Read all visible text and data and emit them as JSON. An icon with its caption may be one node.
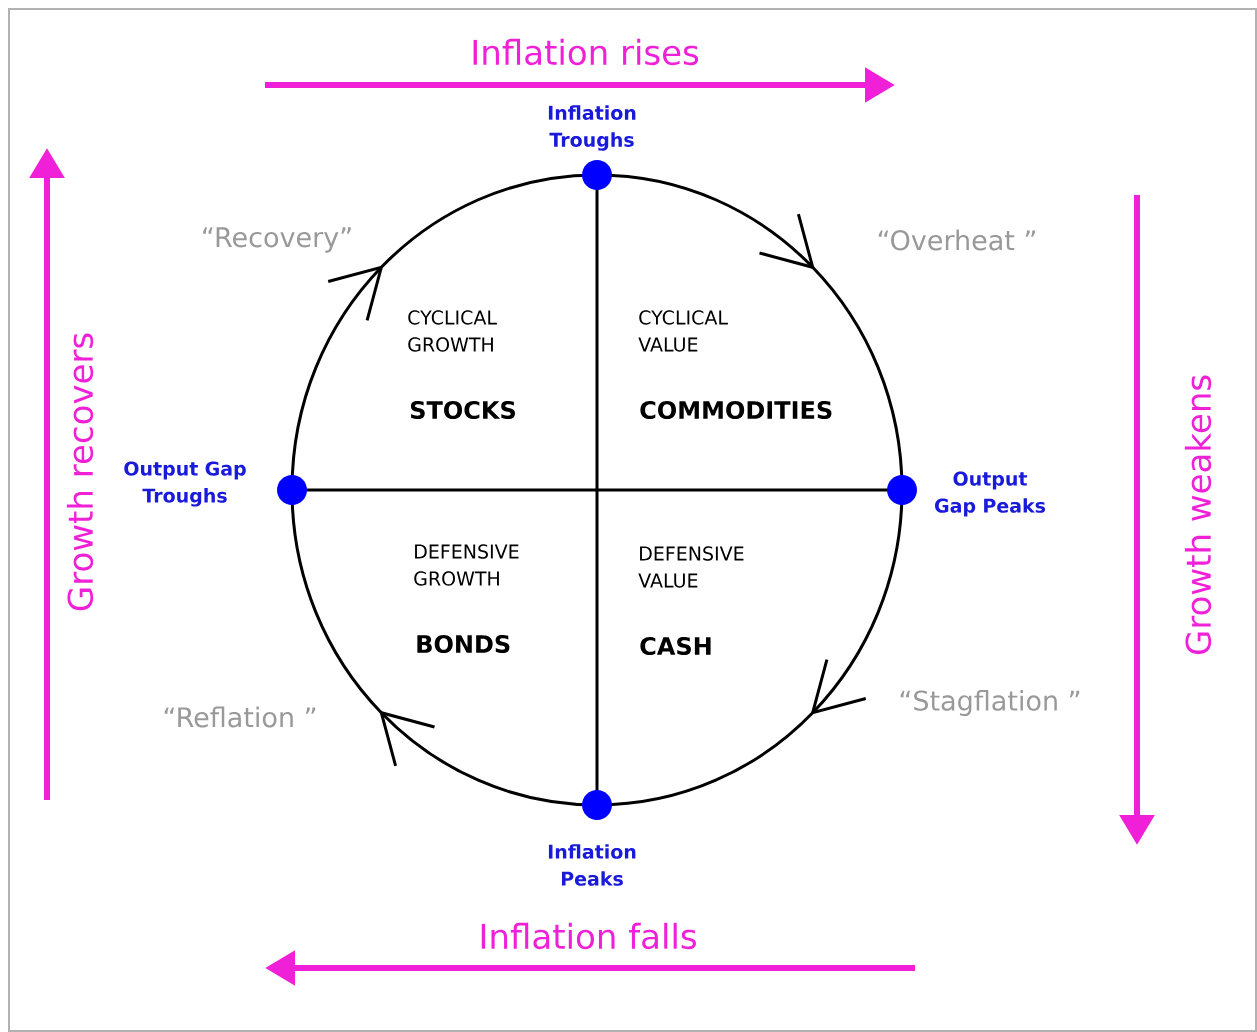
{
  "diagram": {
    "labels": [
      "Inflation rises",
      "Inflation Troughs",
      "“Recovery”",
      "“Overheat ”",
      "Growth recovers",
      "Growth weakens",
      "CYCLICAL GROWTH",
      "STOCKS",
      "CYCLICAL VALUE",
      "COMMODITIES",
      "Output Gap Troughs",
      "Output Gap Peaks",
      "DEFENSIVE GROWTH",
      "BONDS",
      "DEFENSIVE VALUE",
      "CASH",
      "“Reflation ”",
      "“Stagflation ”",
      "Inflation Peaks",
      "Inflation falls"
    ]
  }
}
